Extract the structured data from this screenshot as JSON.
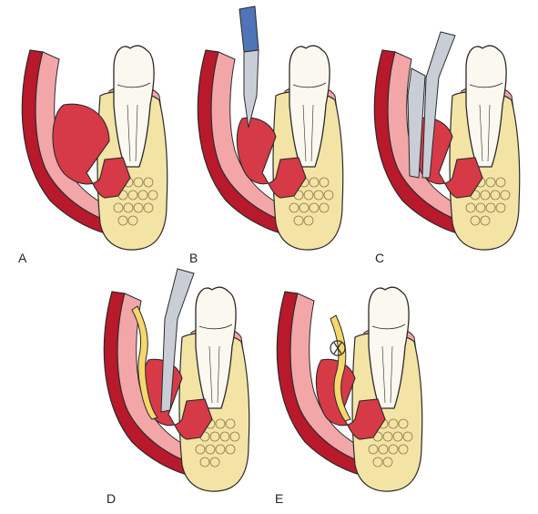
{
  "panels": [
    {
      "id": "A",
      "label": "A",
      "instrument": "none"
    },
    {
      "id": "B",
      "label": "B",
      "instrument": "scalpel"
    },
    {
      "id": "C",
      "label": "C",
      "instrument": "hemostat"
    },
    {
      "id": "D",
      "label": "D",
      "instrument": "hemostat-with-drain"
    },
    {
      "id": "E",
      "label": "E",
      "instrument": "sutured-drain"
    }
  ],
  "colors": {
    "gum_dark": "#b8192b",
    "gum_light": "#f2a6a8",
    "abscess": "#d63a47",
    "bone": "#f3e4a6",
    "tooth": "#fbf8ef",
    "drain": "#f6d76b",
    "blade": "#4f74b8",
    "steel": "#c9ced6",
    "outline": "#2a2a2a"
  }
}
